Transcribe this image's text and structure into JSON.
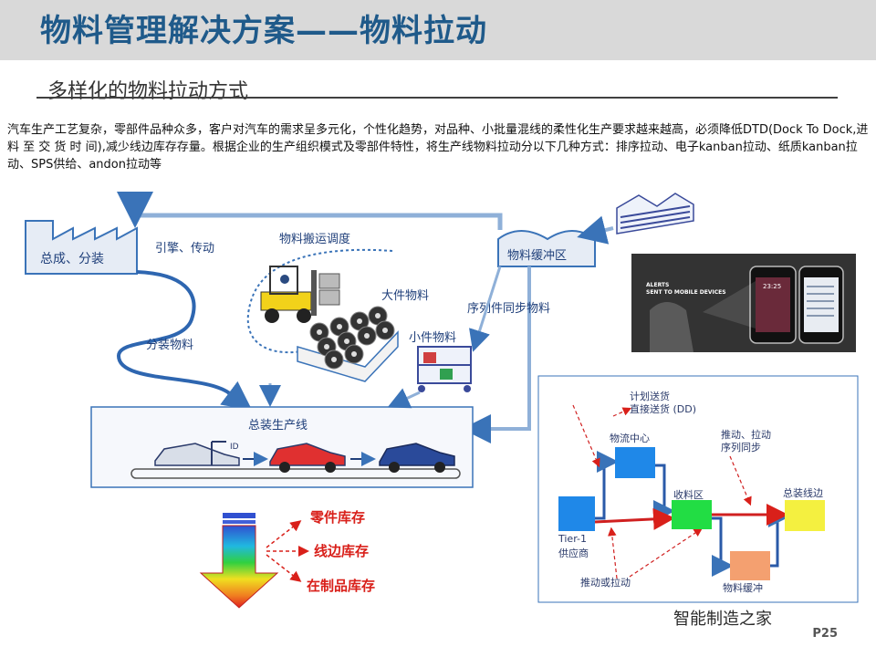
{
  "header": {
    "title": "物料管理解决方案——物料拉动"
  },
  "section": {
    "subtitle": "多样化的物料拉动方式"
  },
  "body_text": "汽车生产工艺复杂，零部件品种众多，客户对汽车的需求呈多元化，个性化趋势，对品种、小批量混线的柔性化生产要求越来越高，必须降低DTD(Dock To Dock,进 料 至 交 货 时 间),减少线边库存存量。根据企业的生产组织模式及零部件特性，将生产线物料拉动分以下几种方式：排序拉动、电子kanban拉动、纸质kanban拉动、SPS供给、andon拉动等",
  "left_diagram": {
    "factory_label": "总成、分装",
    "engine_label": "引擎、传动",
    "sub_material_label": "分装物料",
    "transport_label": "物料搬运调度",
    "large_parts_label": "大件物料",
    "small_parts_label": "小件物料",
    "buffer_label": "物料缓冲区",
    "sequence_label": "序列件同步物料",
    "line_label": "总装生产线",
    "car_tag": "ID"
  },
  "inventory": {
    "items": [
      "零件库存",
      "线边库存",
      "在制品库存"
    ]
  },
  "phone_panel": {
    "caption_line1": "ALERTS",
    "caption_line2": "SENT TO MOBILE DEVICES",
    "phone_time": "23:25"
  },
  "flow_diagram": {
    "plan_label_1": "计划送货",
    "plan_label_2": "直接送货 (DD)",
    "logistics_center": "物流中心",
    "receiving_area": "收料区",
    "push_pull_label_1": "推动、拉动",
    "push_pull_label_2": "序列同步",
    "assembly_side": "总装线边",
    "tier1_label": "Tier-1",
    "supplier_label": "供应商",
    "push_or_pull": "推动或拉动",
    "material_buffer": "物料缓冲"
  },
  "footer": {
    "watermark": "智能制造之家",
    "page": "P25"
  },
  "colors": {
    "title": "#1f5a8a",
    "diagram_blue": "#3a73b8",
    "inventory_red": "#d9201a",
    "flow_red": "#e02020",
    "box_blue": "#1f88e8",
    "box_green": "#22dd44",
    "box_orange": "#f4a070",
    "box_yellow": "#f4f040"
  }
}
